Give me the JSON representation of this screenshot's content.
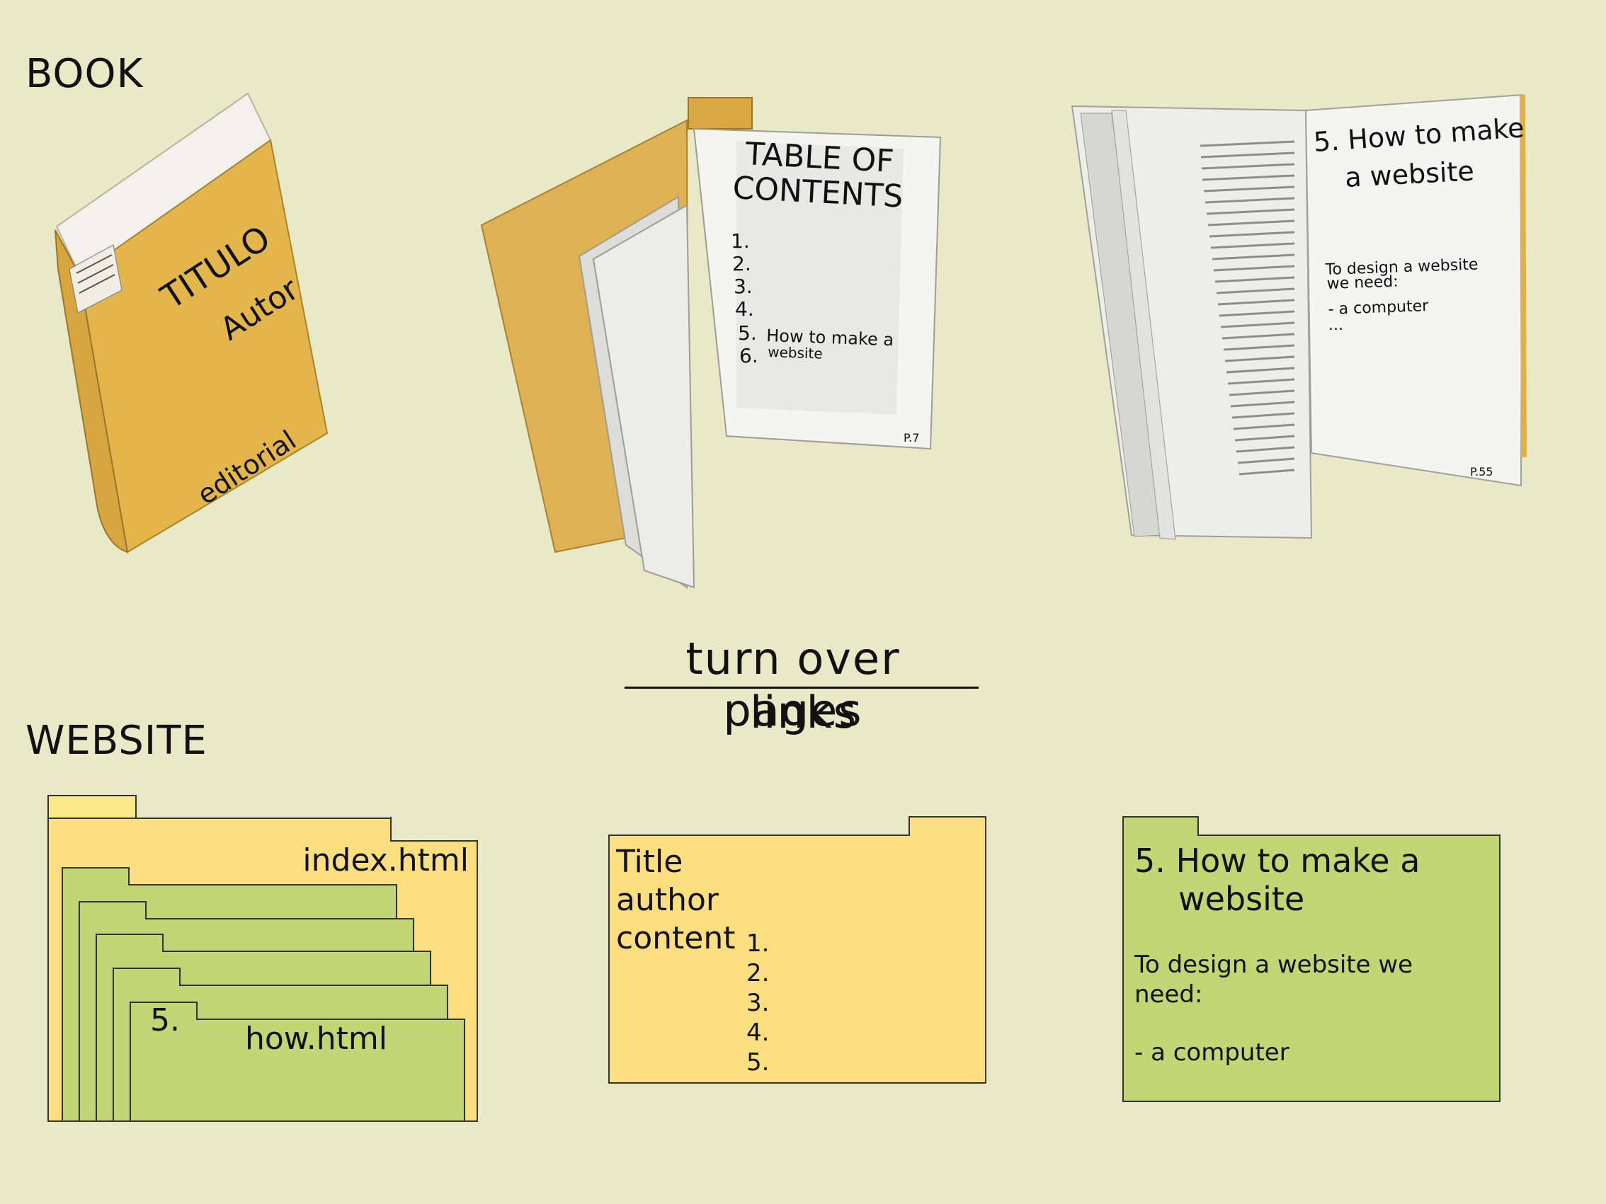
{
  "headings": {
    "book": "BOOK",
    "website": "WEBSITE"
  },
  "book_cover": {
    "title": "TITULO",
    "author": "Autor",
    "publisher": "editorial"
  },
  "book_toc": {
    "heading_line1": "TABLE OF",
    "heading_line2": "CONTENTS",
    "items": [
      "1.",
      "2.",
      "3.",
      "4.",
      "5.",
      "6."
    ],
    "item5_text_line1": "How to make a",
    "item5_text_line2": "website",
    "page_number": "P.7"
  },
  "book_chapter": {
    "heading_line1": "5. How to make",
    "heading_line2": "a website",
    "body_line1": "To design a website",
    "body_line2": "we need:",
    "bullet": "- a computer",
    "ellipsis": "...",
    "page_number": "P.55"
  },
  "relation": {
    "top": "turn over pages",
    "bottom": "links"
  },
  "site_folder": {
    "index_label": "index.html",
    "how_label": "how.html",
    "number_label": "5."
  },
  "index_page": {
    "title": "Title",
    "author": "author",
    "content": "content",
    "items": [
      "1.",
      "2.",
      "3.",
      "4.",
      "5."
    ]
  },
  "how_page": {
    "heading_line1": "5. How to make a",
    "heading_line2": "website",
    "body_line1": "To design a website we",
    "body_line2": "need:",
    "bullet": "- a computer"
  },
  "colors": {
    "background": "#e7e9c7",
    "folder_orange": "#fddf80",
    "folder_green": "#c2d673",
    "folder_tab_yellow": "#f8ea89",
    "book_cover_yellow": "#e3b64c"
  }
}
